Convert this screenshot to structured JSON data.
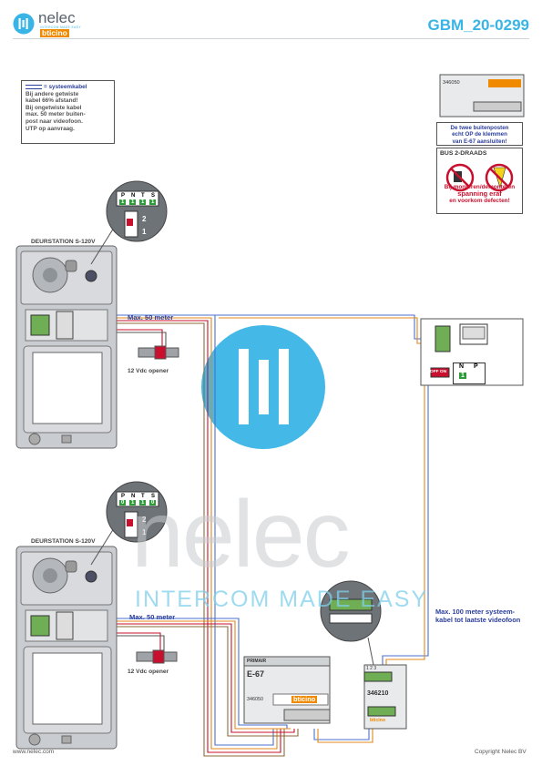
{
  "header": {
    "brand_name": "nelec",
    "brand_tagline": "INTERCOM MADE EASY",
    "brand_partner": "bticino",
    "doc_code": "GBM_20-0299"
  },
  "legend_note": {
    "heading": "= systeemkabel",
    "lines": [
      "Bij andere getwiste",
      "kabel 66% afstand!",
      "Bij ongetwiste kabel",
      "max. 50 meter buiten-",
      "post naar videofoon.",
      "UTP op aanvraag."
    ]
  },
  "warning_note": {
    "lines": [
      "De twee buitenposten",
      "echt OP de klemmen",
      "van E-67 aansluiten!"
    ]
  },
  "bus_note": {
    "heading": "BUS 2-DRAADS",
    "lines": [
      "Bij monteren/demonteren",
      "spanning eraf",
      "en voorkom defecten!"
    ]
  },
  "door_stations": [
    {
      "label": "DEURSTATION S-120V",
      "switch_headers": [
        "P",
        "N",
        "T",
        "S"
      ],
      "switch_values": [
        "1",
        "1",
        "1",
        "1"
      ],
      "selector": [
        "2",
        "1"
      ],
      "cable_label": "Max. 50 meter",
      "opener_label": "12 Vdc opener"
    },
    {
      "label": "DEURSTATION S-120V",
      "switch_headers": [
        "P",
        "N",
        "T",
        "S"
      ],
      "switch_values": [
        "0",
        "1",
        "1",
        "0"
      ],
      "selector": [
        "2",
        "1"
      ],
      "cable_label": "Max. 50 meter",
      "opener_label": "12 Vdc opener"
    }
  ],
  "monitor": {
    "off_label": "OFF ON",
    "switch_headers": [
      "N",
      "P"
    ],
    "switch_values": [
      "",
      "1"
    ]
  },
  "bus_cable_label": [
    "Max. 100 meter systeem-",
    "kabel tot laatste videofoon"
  ],
  "e67": {
    "primary_label": "PRIMAIR",
    "model": "E-67",
    "part_number": "346050",
    "brand": "bticino"
  },
  "bus_interface": {
    "terminals": [
      "1",
      "2",
      "3"
    ],
    "part_number": "346210",
    "brand": "bticino"
  },
  "detail_module": {
    "part_number": "346050"
  },
  "watermark": {
    "text": "nelec",
    "subtext": "INTERCOM MADE EASY"
  },
  "footer": {
    "website": "www.nelec.com",
    "copyright": "Copyright Nelec BV"
  },
  "colors": {
    "brand_blue": "#38b4e6",
    "label_blue": "#2c3f9a",
    "wire_blue": "#4a6fcf",
    "wire_orange": "#e0891a",
    "wire_red": "#c8102e",
    "switch_green": "#2e9b3a"
  }
}
